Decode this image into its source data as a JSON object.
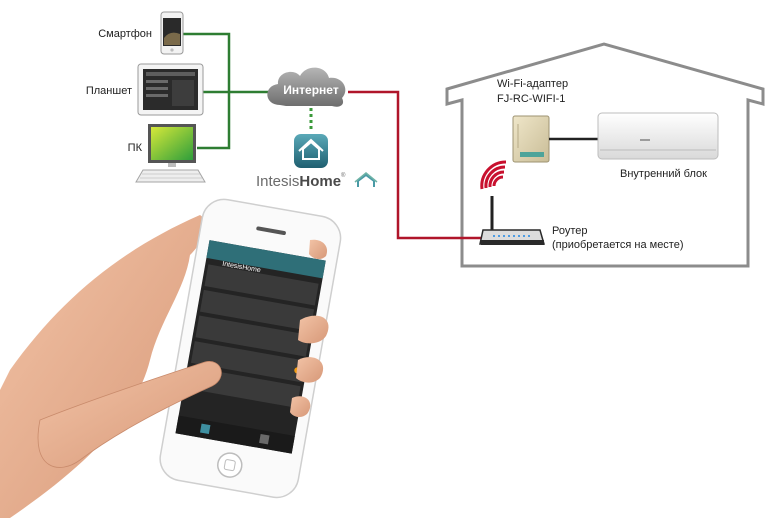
{
  "devices": {
    "smartphone_label": "Смартфон",
    "tablet_label": "Планшет",
    "pc_label": "ПК"
  },
  "internet": {
    "label": "Интернет"
  },
  "brand": {
    "name_part1": "Intesis",
    "name_part2": "Home",
    "registered": "®"
  },
  "house": {
    "wifi_adapter_line1": "Wi-Fi-адаптер",
    "wifi_adapter_line2": "FJ-RC-WIFI-1",
    "indoor_unit_label": "Внутренний блок",
    "router_line1": "Роутер",
    "router_line2": "(приобретается на месте)"
  },
  "phone_app": {
    "title": "IntesisHome"
  },
  "colors": {
    "device_lines": "#2e7d32",
    "internet_line": "#b0152a",
    "house_outline": "#8c8c8c",
    "cloud": "#8a8a8a"
  }
}
